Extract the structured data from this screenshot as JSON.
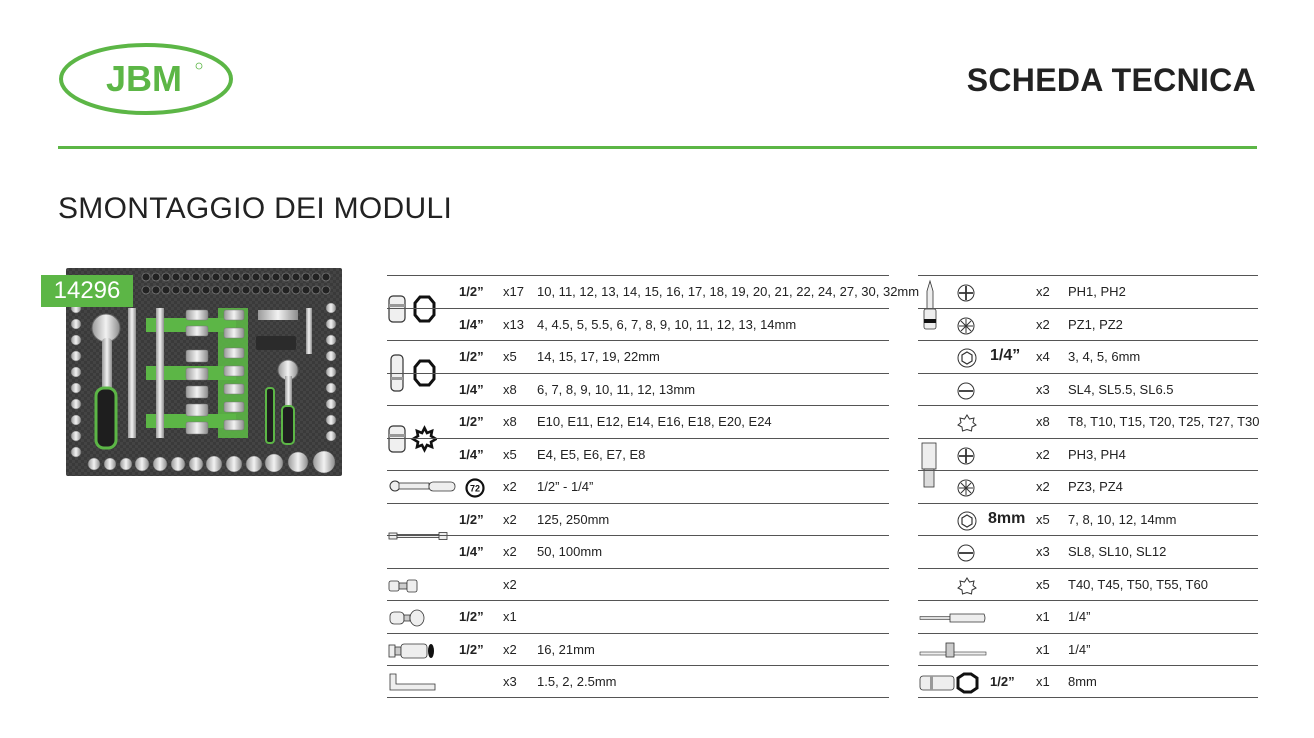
{
  "brand": {
    "logo_text": "JBM",
    "green": "#5cb646",
    "dark": "#222222"
  },
  "header": {
    "title": "SCHEDA TECNICA"
  },
  "section": {
    "title": "SMONTAGGIO DEI MODULI"
  },
  "product": {
    "code": "14296"
  },
  "left_table": [
    {
      "icon": "socket-hex-icon",
      "size": "1/2”",
      "qty": "x17",
      "values": "10, 11, 12, 13, 14, 15, 16, 17, 18, 19, 20, 21, 22, 24, 27, 30, 32mm"
    },
    {
      "icon": "",
      "size": "1/4”",
      "qty": "x13",
      "values": "4, 4.5, 5, 5.5, 6, 7, 8, 9, 10, 11, 12, 13, 14mm"
    },
    {
      "icon": "deep-socket-hex-icon",
      "size": "1/2”",
      "qty": "x5",
      "values": "14, 15, 17, 19, 22mm"
    },
    {
      "icon": "",
      "size": "1/4”",
      "qty": "x8",
      "values": "6, 7, 8, 9, 10, 11, 12, 13mm"
    },
    {
      "icon": "socket-torx-icon",
      "size": "1/2”",
      "qty": "x8",
      "values": "E10, E11, E12, E14, E16, E18, E20, E24"
    },
    {
      "icon": "",
      "size": "1/4”",
      "qty": "x5",
      "values": "E4, E5, E6, E7, E8"
    },
    {
      "icon": "ratchet-icon",
      "badge": "72",
      "size": "",
      "qty": "x2",
      "values": "1/2”  -  1/4”"
    },
    {
      "icon": "extension-bar-icon",
      "size": "1/2”",
      "qty": "x2",
      "values": " 125, 250mm"
    },
    {
      "icon": "",
      "size": "1/4”",
      "qty": "x2",
      "values": "50, 100mm"
    },
    {
      "icon": "universal-joint-icon",
      "size": "",
      "qty": "x2",
      "values": ""
    },
    {
      "icon": "adapter-icon",
      "size": "1/2”",
      "qty": "x1",
      "values": ""
    },
    {
      "icon": "spark-plug-socket-icon",
      "size": "1/2”",
      "qty": "x2",
      "values": "16, 21mm"
    },
    {
      "icon": "hex-key-icon",
      "size": "",
      "qty": "x3",
      "values": "1.5, 2, 2.5mm"
    }
  ],
  "right_table": {
    "group_size_a": "1/4”",
    "group_size_b": "8mm",
    "rows": [
      {
        "qty": "x2",
        "values": "PH1, PH2"
      },
      {
        "qty": "x2",
        "values": "PZ1, PZ2"
      },
      {
        "qty": "x4",
        "values": "3, 4, 5, 6mm"
      },
      {
        "qty": "x3",
        "values": "SL4, SL5.5, SL6.5"
      },
      {
        "qty": "x8",
        "values": "T8, T10, T15, T20, T25, T27, T30"
      },
      {
        "qty": "x2",
        "values": "PH3, PH4"
      },
      {
        "qty": "x2",
        "values": "PZ3, PZ4"
      },
      {
        "qty": "x5",
        "values": "7, 8, 10, 12, 14mm"
      },
      {
        "qty": "x3",
        "values": "SL8, SL10, SL12"
      },
      {
        "qty": "x5",
        "values": "T40, T45, T50, T55, T60"
      },
      {
        "qty": "x1",
        "values": "1/4”"
      },
      {
        "qty": "x1",
        "values": "1/4”"
      },
      {
        "size": "1/2”",
        "qty": "x1",
        "values": "8mm"
      }
    ]
  }
}
